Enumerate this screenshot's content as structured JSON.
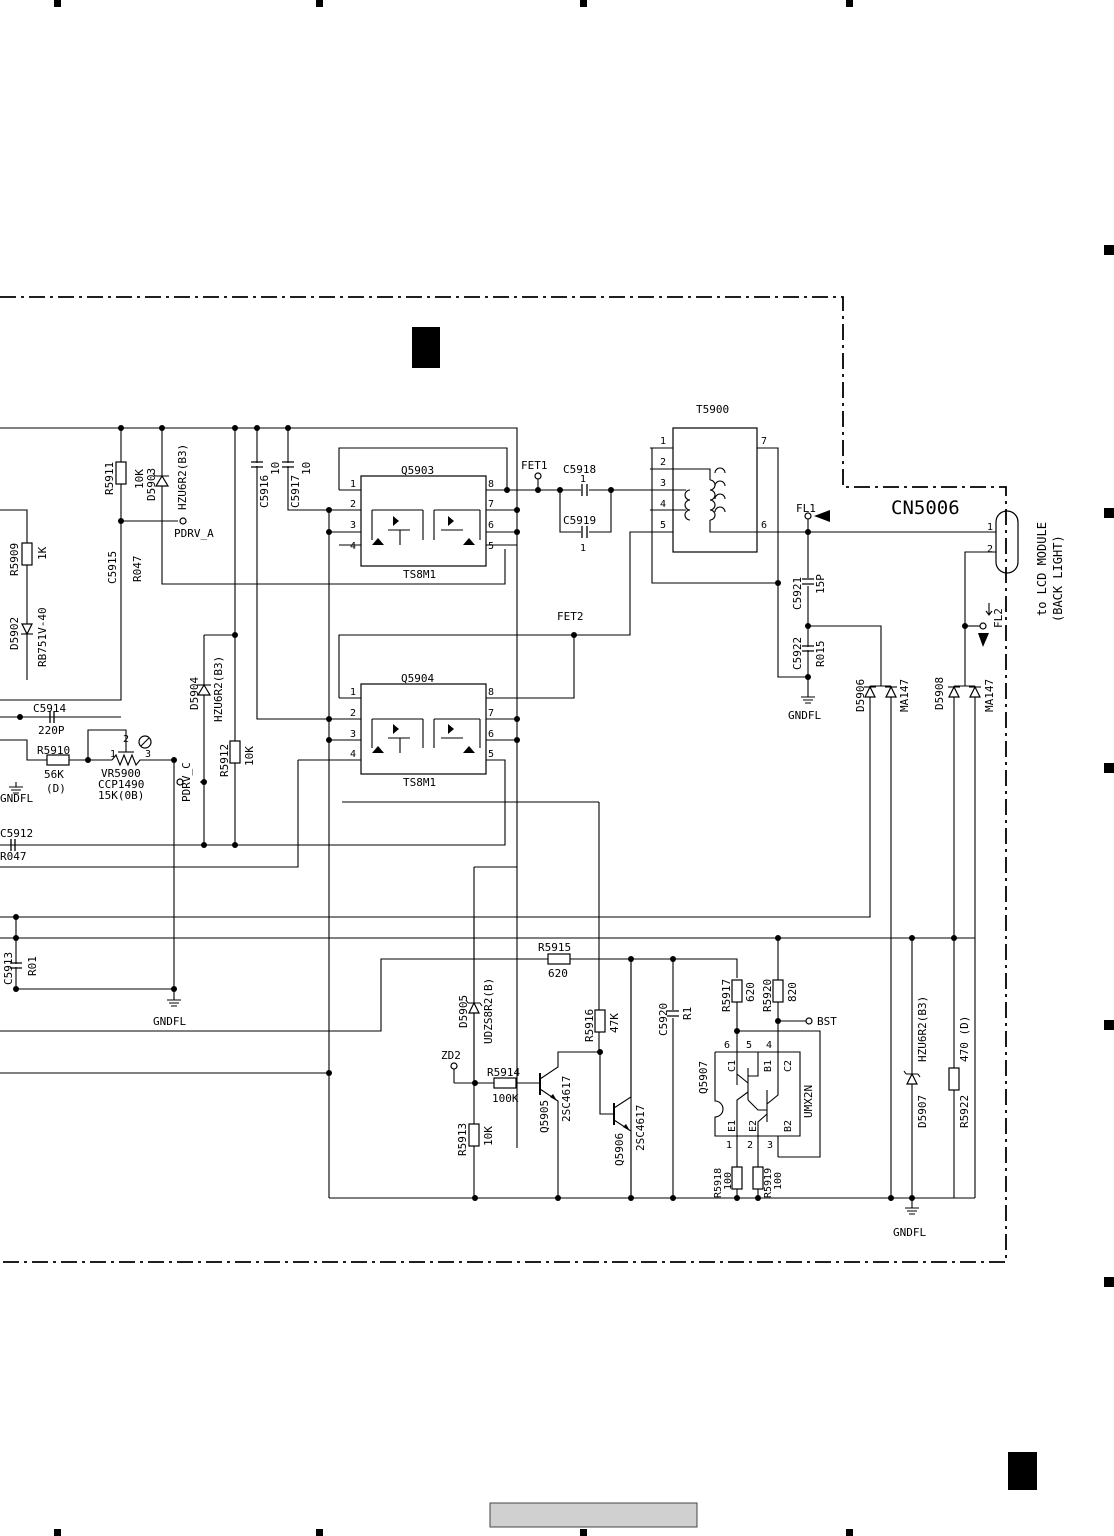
{
  "frame": {
    "section_letter": "",
    "footer_label": ""
  },
  "labels": {
    "cn5006": "CN5006",
    "to_lcd": "to LCD MODULE",
    "back_light": "(BACK LIGHT)",
    "t5900": "T5900",
    "q5903": "Q5903",
    "q5904": "Q5904",
    "ts8m1_a": "TS8M1",
    "ts8m1_b": "TS8M1",
    "fet1": "FET1",
    "fet2": "FET2",
    "fl1": "FL1",
    "fl2": "FL2",
    "pdrv_a": "PDRV_A",
    "pdrv_c": "PDRV_C",
    "bst": "BST",
    "zd2": "ZD2",
    "gndfl_1": "GNDFL",
    "gndfl_2": "GNDFL",
    "gndfl_3": "GNDFL",
    "gndfl_4": "GNDFL",
    "umx2n": "UMX2N"
  },
  "components": {
    "r5911": {
      "ref": "R5911",
      "value": "10K"
    },
    "d5903": {
      "ref": "D5903",
      "value": "HZU6R2(B3)"
    },
    "c5916": {
      "ref": "C5916",
      "value": "10"
    },
    "c5917": {
      "ref": "C5917",
      "value": "10"
    },
    "r5909": {
      "ref": "R5909",
      "value": "1K"
    },
    "c5915": {
      "ref": "C5915",
      "value": "R047"
    },
    "d5902": {
      "ref": "D5902",
      "value": "RB751V-40"
    },
    "c5914": {
      "ref": "C5914",
      "value": "220P"
    },
    "r5910": {
      "ref": "R5910",
      "value": "56K",
      "note": "(D)"
    },
    "vr5900": {
      "ref": "VR5900",
      "value": "CCP1490",
      "note": "15K(0B)"
    },
    "d5904": {
      "ref": "D5904",
      "value": "HZU6R2(B3)"
    },
    "r5912": {
      "ref": "R5912",
      "value": "10K"
    },
    "c5912": {
      "ref": "C5912",
      "value": "R047"
    },
    "c5913": {
      "ref": "C5913",
      "value": "R01"
    },
    "c5918": {
      "ref": "C5918",
      "value": "1"
    },
    "c5919": {
      "ref": "C5919",
      "value": "1"
    },
    "c5921": {
      "ref": "C5921",
      "value": "15P"
    },
    "c5922": {
      "ref": "C5922",
      "value": "R015"
    },
    "d5906": {
      "ref": "D5906",
      "value": "MA147"
    },
    "d5908": {
      "ref": "D5908",
      "value": "MA147"
    },
    "r5915": {
      "ref": "R5915",
      "value": "620"
    },
    "d5905": {
      "ref": "D5905",
      "value": "UDZS8R2(B)"
    },
    "r5916": {
      "ref": "R5916",
      "value": "47K"
    },
    "c5920": {
      "ref": "C5920",
      "value": "R1"
    },
    "r5917": {
      "ref": "R5917",
      "value": "620"
    },
    "r5920": {
      "ref": "R5920",
      "value": "820"
    },
    "r5914": {
      "ref": "R5914",
      "value": "100K"
    },
    "q5905": {
      "ref": "Q5905",
      "value": "2SC4617"
    },
    "q5906": {
      "ref": "Q5906",
      "value": "2SC4617"
    },
    "q5907": {
      "ref": "Q5907",
      "value": "UMX2N"
    },
    "r5913": {
      "ref": "R5913",
      "value": "10K"
    },
    "r5918": {
      "ref": "R5918",
      "value": "100"
    },
    "r5919": {
      "ref": "R5919",
      "value": "100"
    },
    "d5907": {
      "ref": "D5907",
      "value": "HZU6R2(B3)"
    },
    "r5922": {
      "ref": "R5922",
      "value": "470 (D)"
    }
  },
  "pins": {
    "q5903": [
      "1",
      "2",
      "3",
      "4",
      "8",
      "7",
      "6",
      "5"
    ],
    "q5904": [
      "1",
      "2",
      "3",
      "4",
      "8",
      "7",
      "6",
      "5"
    ],
    "t5900": [
      "1",
      "2",
      "3",
      "4",
      "5",
      "7",
      "6"
    ],
    "cn5006": [
      "1",
      "2"
    ],
    "vr5900": [
      "2",
      "1",
      "3"
    ],
    "q5907": [
      "6",
      "5",
      "4",
      "1",
      "2",
      "3"
    ],
    "q5907_terms": [
      "C1",
      "B1",
      "C2",
      "E1",
      "E2",
      "B2"
    ]
  }
}
